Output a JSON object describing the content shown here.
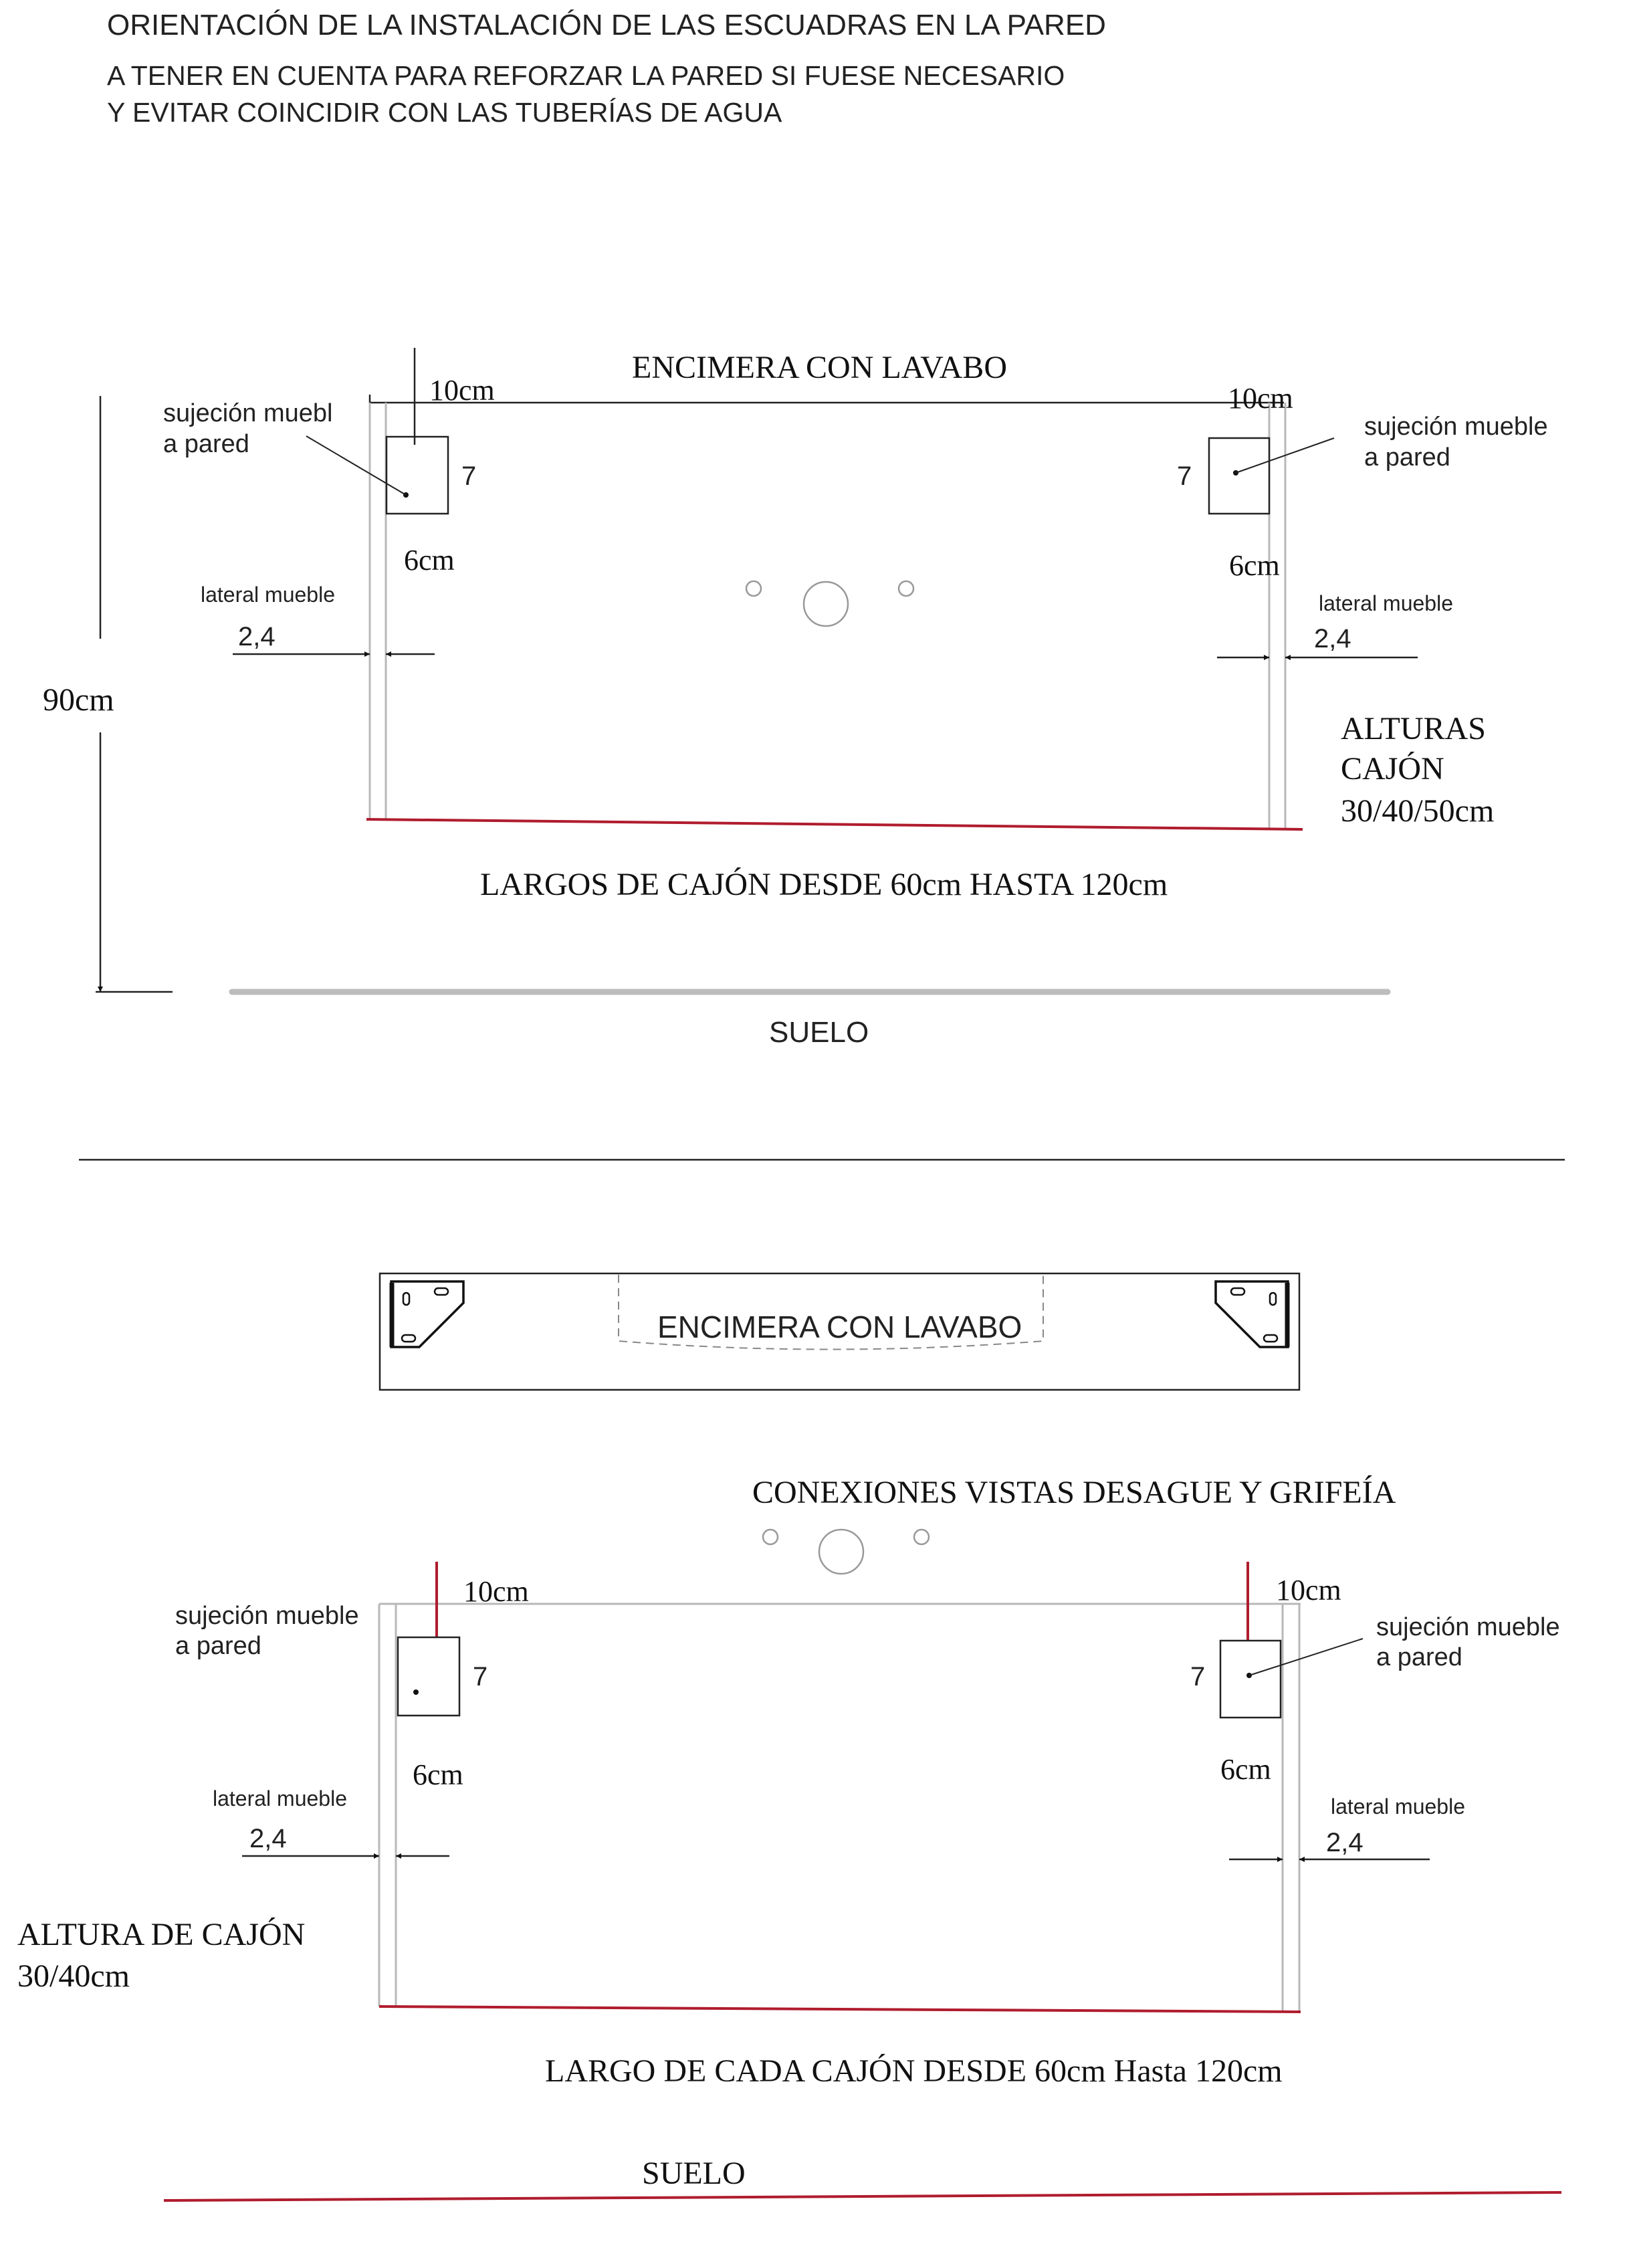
{
  "header": {
    "title": "ORIENTACIÓN DE LA INSTALACIÓN DE LAS ESCUADRAS EN LA PARED",
    "subtitle_line1": "A TENER EN CUENTA PARA REFORZAR LA PARED SI FUESE NECESARIO",
    "subtitle_line2": "Y EVITAR COINCIDIR CON LAS TUBERÍAS DE AGUA"
  },
  "top_diagram": {
    "countertop_label": "ENCIMERA CON LAVABO",
    "left_bracket": {
      "label_line1": "sujeción muebl",
      "label_line2": "a pared",
      "width_label": "10cm",
      "height_label": "7",
      "depth_label": "6cm"
    },
    "right_bracket": {
      "label_line1": "sujeción mueble",
      "label_line2": "a pared",
      "width_label": "10cm",
      "height_label": "7",
      "depth_label": "6cm"
    },
    "left_side": {
      "label": "lateral mueble",
      "thickness": "2,4"
    },
    "right_side": {
      "label": "lateral mueble",
      "thickness": "2,4"
    },
    "total_height": "90cm",
    "drawer_heights_line1": "ALTURAS",
    "drawer_heights_line2": "CAJÓN",
    "drawer_heights_line3": "30/40/50cm",
    "drawer_lengths": "LARGOS DE CAJÓN DESDE 60cm HASTA 120cm",
    "floor_label": "SUELO"
  },
  "plan_view": {
    "countertop_label": "ENCIMERA CON LAVABO"
  },
  "bottom_diagram": {
    "connections_label": "CONEXIONES VISTAS DESAGUE Y GRIFEÍA",
    "left_bracket": {
      "label_line1": "sujeción mueble",
      "label_line2": "a pared",
      "width_label": "10cm",
      "height_label": "7",
      "depth_label": "6cm"
    },
    "right_bracket": {
      "label_line1": "sujeción mueble",
      "label_line2": "a pared",
      "width_label": "10cm",
      "height_label": "7",
      "depth_label": "6cm"
    },
    "left_side": {
      "label": "lateral mueble",
      "thickness": "2,4"
    },
    "right_side": {
      "label": "lateral mueble",
      "thickness": "2,4"
    },
    "drawer_height_line1": "ALTURA DE CAJÓN",
    "drawer_height_line2": "30/40cm",
    "drawer_lengths": "LARGO DE CADA CAJÓN DESDE 60cm Hasta 120cm",
    "floor_label": "SUELO"
  },
  "colors": {
    "accent_red": "#b01c2e",
    "line_gray": "#b8b8b8",
    "ink": "#222222"
  }
}
